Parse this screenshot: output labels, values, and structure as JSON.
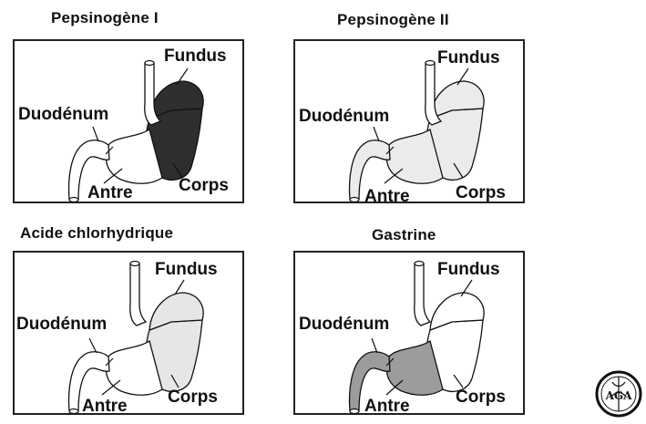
{
  "panels": [
    {
      "title": "Pepsinogène I",
      "fundus": "Fundus",
      "duodenum": "Duodénum",
      "antre": "Antre",
      "corps": "Corps",
      "shade": {
        "body": "#2e2e2e",
        "fundus": "#2e2e2e",
        "antrum": "#ffffff",
        "duodenum": "#ffffff"
      }
    },
    {
      "title": "Pepsinogène II",
      "fundus": "Fundus",
      "duodenum": "Duodénum",
      "antre": "Antre",
      "corps": "Corps",
      "shade": {
        "body": "#ebebeb",
        "fundus": "#ebebeb",
        "antrum": "#ebebeb",
        "duodenum": "#ebebeb"
      }
    },
    {
      "title": "Acide chlorhydrique",
      "fundus": "Fundus",
      "duodenum": "Duodénum",
      "antre": "Antre",
      "corps": "Corps",
      "shade": {
        "body": "#e6e6e6",
        "fundus": "#e6e6e6",
        "antrum": "#ffffff",
        "duodenum": "#ffffff"
      }
    },
    {
      "title": "Gastrine",
      "fundus": "Fundus",
      "duodenum": "Duodénum",
      "antre": "Antre",
      "corps": "Corps",
      "shade": {
        "body": "#ffffff",
        "fundus": "#ffffff",
        "antrum": "#9c9c9c",
        "duodenum": "#9c9c9c"
      }
    }
  ],
  "logo": {
    "text": "AGA"
  }
}
